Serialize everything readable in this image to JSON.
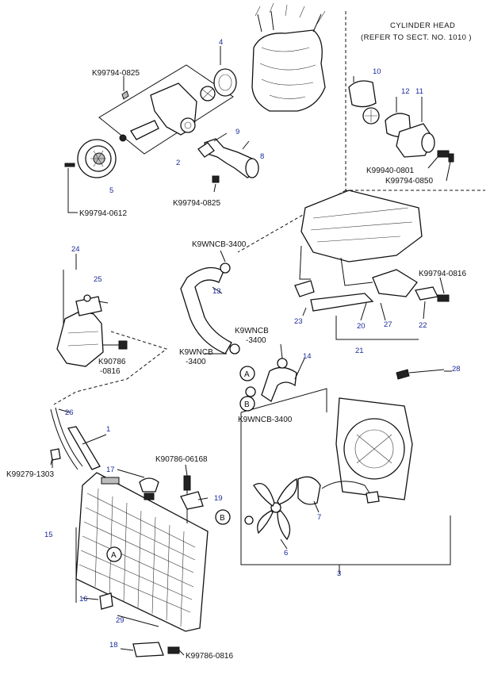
{
  "section_header": {
    "line1": "CYLINDER HEAD",
    "line2": "(REFER TO SECT. NO. 1010 )"
  },
  "callouts": {
    "c1": "1",
    "c2": "2",
    "c3": "3",
    "c4": "4",
    "c5": "5",
    "c6": "6",
    "c7": "7",
    "c8": "8",
    "c9": "9",
    "c10": "10",
    "c11": "11",
    "c12": "12",
    "c13": "13",
    "c14": "14",
    "c15": "15",
    "c16": "16",
    "c17": "17",
    "c18": "18",
    "c19": "19",
    "c20": "20",
    "c21": "21",
    "c22": "22",
    "c23": "23",
    "c24": "24",
    "c25": "25",
    "c26": "26",
    "c27": "27",
    "c28": "28",
    "c29": "29"
  },
  "part_numbers": {
    "k99794_0825_top": "K99794-0825",
    "k99794_0612": "K99794-0612",
    "k99794_0825_bottom": "K99794-0825",
    "k99940_0801": "K99940-0801",
    "k99794_0850": "K99794-0850",
    "k9wncb_3400_a": "K9WNCB-3400",
    "k99794_0816": "K99794-0816",
    "k9wncb_b_l1": "K9WNCB",
    "k9wncb_b_l2": "-3400",
    "k9wncb_c_l1": "K9WNCB",
    "k9wncb_c_l2": "-3400",
    "k90786_0816_l1": "K90786",
    "k90786_0816_l2": "-0816",
    "k9wncb_3400_d": "K9WNCB-3400",
    "k99279_1303": "K99279-1303",
    "k90786_06168": "K90786-06168",
    "k99786_0816": "K99786-0816"
  },
  "reference_markers": {
    "a": "A",
    "b": "B"
  }
}
